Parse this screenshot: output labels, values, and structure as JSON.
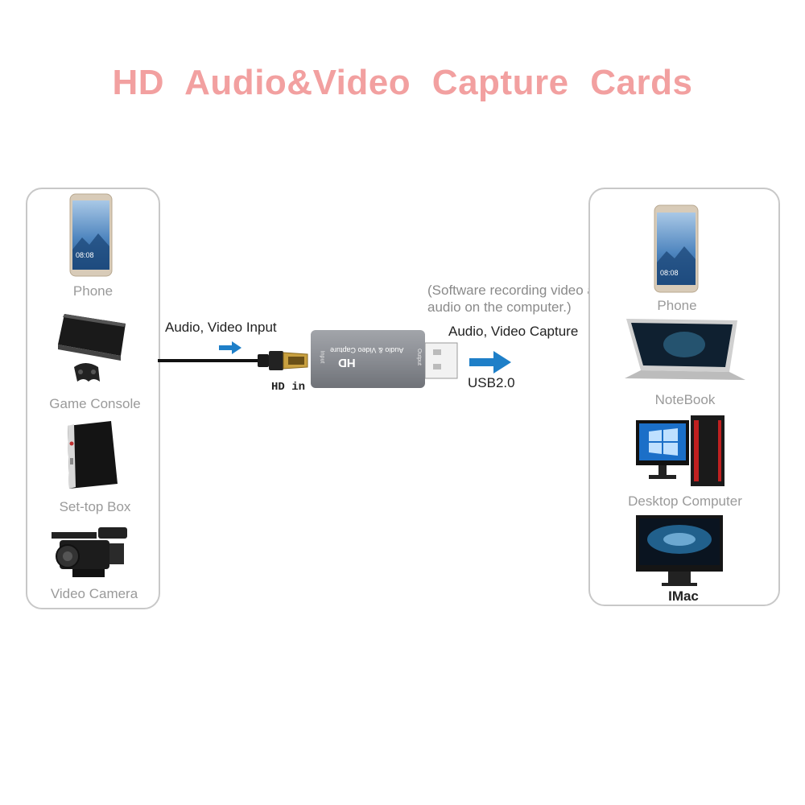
{
  "title": "HD Audio&Video Capture Cards",
  "input_devices": [
    {
      "label": "Phone"
    },
    {
      "label": "Game Console"
    },
    {
      "label": "Set-top Box"
    },
    {
      "label": "Video Camera"
    }
  ],
  "output_devices": [
    {
      "label": "Phone"
    },
    {
      "label": "NoteBook"
    },
    {
      "label": "Desktop Computer"
    },
    {
      "label": "IMac"
    }
  ],
  "input_caption": "Audio, Video Input",
  "hd_in_label": "HD in",
  "device": {
    "name": "Audio & Video Capture",
    "brand": "HD",
    "input_mark": "Input",
    "output_mark": "Output"
  },
  "software_note": {
    "line1": "(Software recording video and",
    "line2": "audio on the computer.)"
  },
  "capture_caption": "Audio, Video Capture",
  "usb_label": "USB2.0",
  "colors": {
    "title": "#f2a0a0",
    "arrow": "#1e7fc8",
    "panel_border": "#c8c8c8",
    "device_body": "#8a8d93"
  }
}
